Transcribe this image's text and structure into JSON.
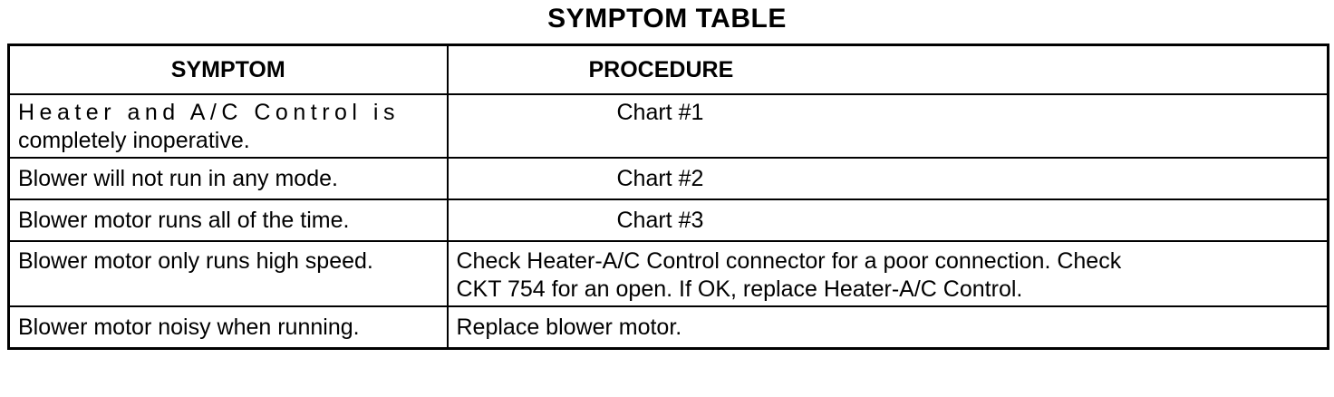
{
  "title": "SYMPTOM TABLE",
  "headers": {
    "symptom": "SYMPTOM",
    "procedure": "PROCEDURE"
  },
  "rows": [
    {
      "symptom_line1": "Heater and A/C Control is",
      "symptom_line2": "completely inoperative.",
      "procedure": "Chart #1"
    },
    {
      "symptom": "Blower will not run in any mode.",
      "procedure": "Chart #2"
    },
    {
      "symptom": "Blower motor runs all of the time.",
      "procedure": "Chart #3"
    },
    {
      "symptom": "Blower motor only runs high speed.",
      "procedure_line1": "Check Heater-A/C Control connector for a poor connection. Check",
      "procedure_line2": "CKT 754 for an open. If OK, replace Heater-A/C Control."
    },
    {
      "symptom": "Blower motor noisy when running.",
      "procedure": "Replace blower motor."
    }
  ]
}
